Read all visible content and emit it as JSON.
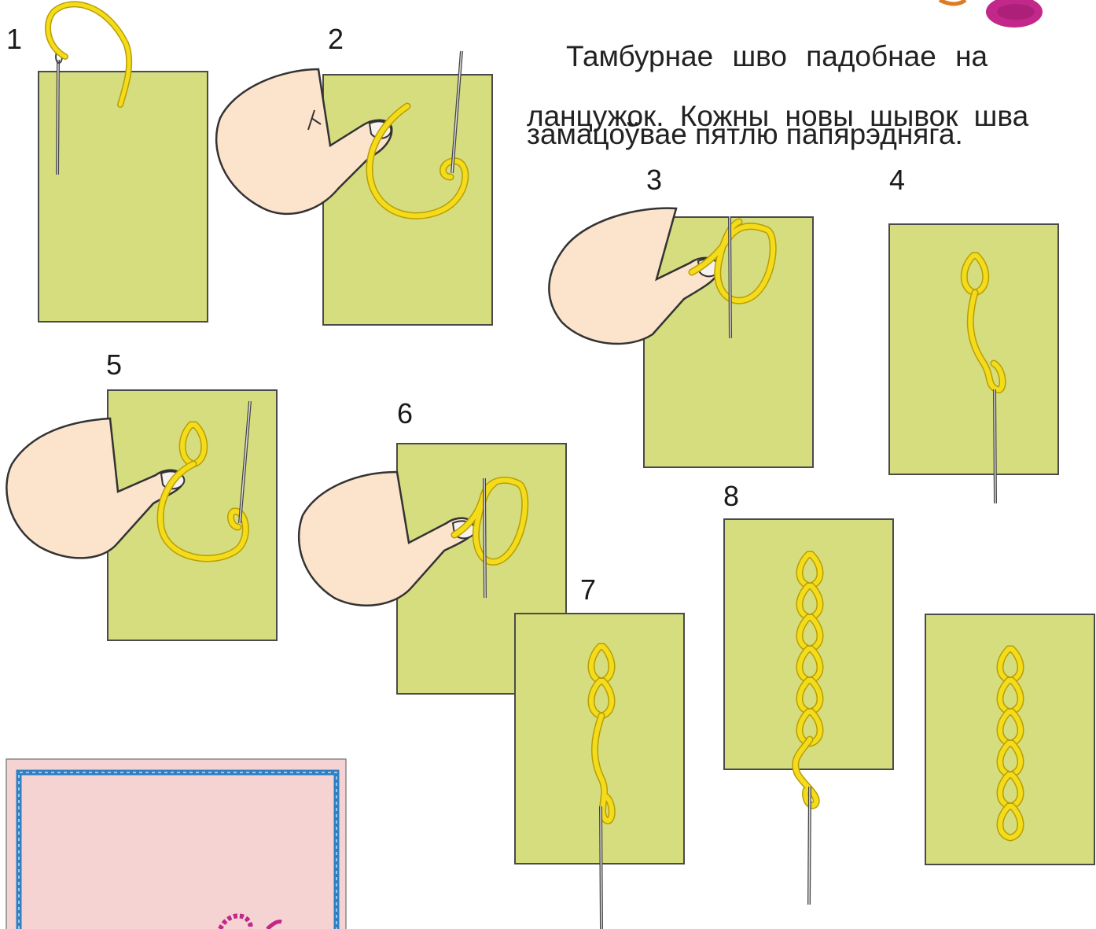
{
  "text": {
    "line1": "Тамбурнае шво падобнае на",
    "line2": "ланцужок. Кожны новы шывок шва",
    "line3": "замацоўвае пятлю папярэдняга."
  },
  "steps": [
    {
      "number": "1"
    },
    {
      "number": "2"
    },
    {
      "number": "3"
    },
    {
      "number": "4"
    },
    {
      "number": "5"
    },
    {
      "number": "6"
    },
    {
      "number": "7"
    },
    {
      "number": "8"
    }
  ],
  "colors": {
    "fabric": "#d6dd7e",
    "thread": "#f4dc1c",
    "thread_outline": "#b89e00",
    "skin": "#fbe3cc",
    "needle": "#555555",
    "sample_fabric": "#f6d3d3",
    "sample_border": "#2f7fc2",
    "sample_embroidery": "#c2278a"
  }
}
